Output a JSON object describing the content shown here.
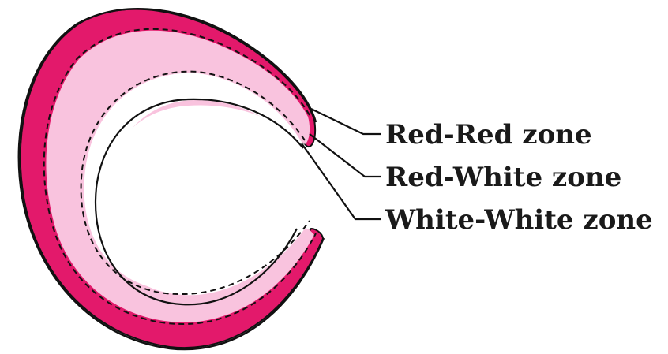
{
  "colors": {
    "red_red": "#e3196b",
    "red_white": "#f9c3de",
    "white_white": "#ffffff",
    "outline": "#111111"
  },
  "labels": {
    "red_red": "Red-Red zone",
    "red_white": "Red-White zone",
    "white_white": "White-White zone"
  }
}
